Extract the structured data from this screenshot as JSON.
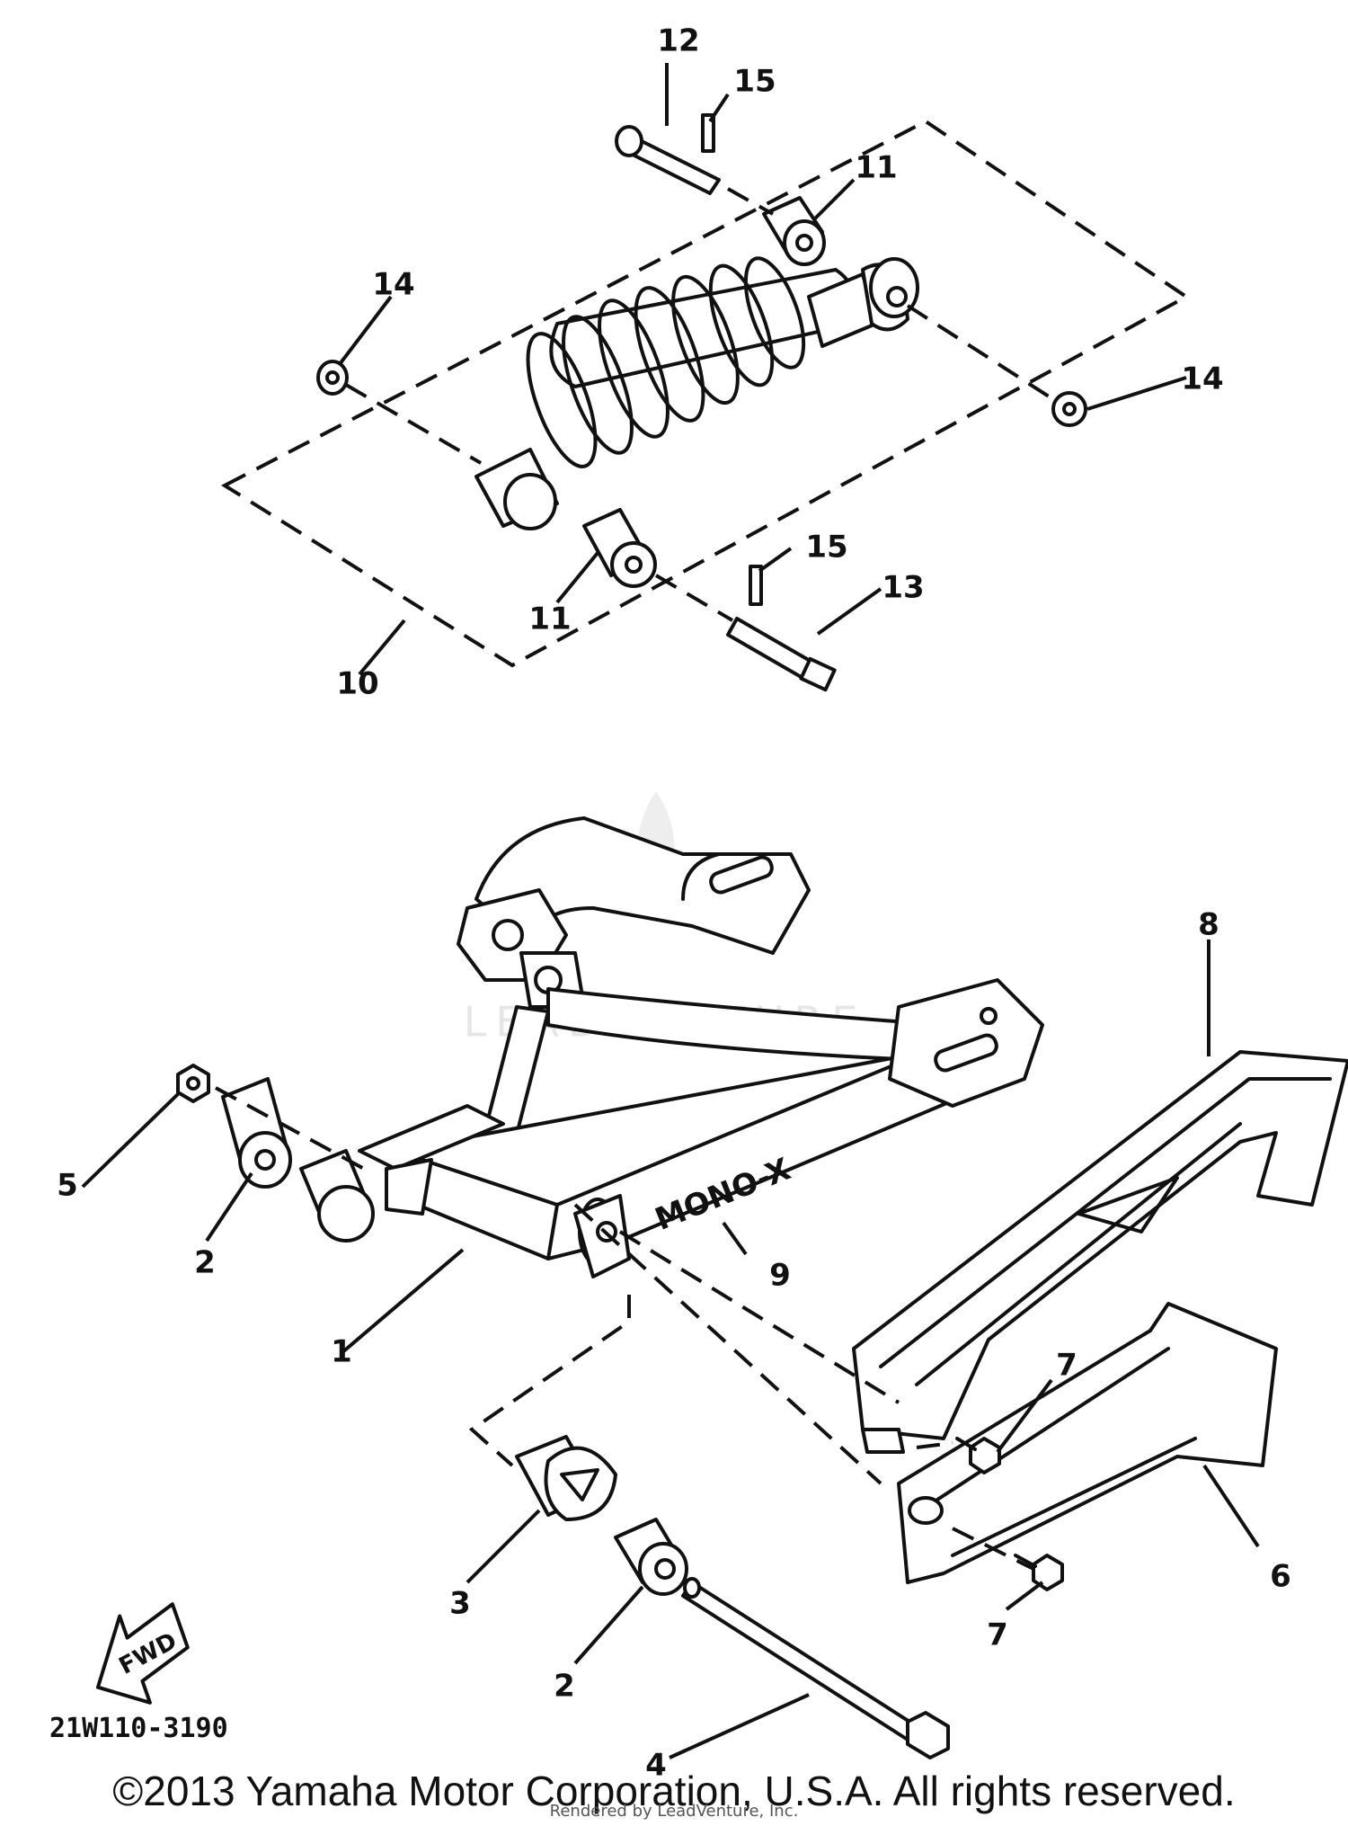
{
  "callouts": {
    "c1": "1",
    "c2a": "2",
    "c2b": "2",
    "c3": "3",
    "c4": "4",
    "c5": "5",
    "c6": "6",
    "c7a": "7",
    "c7b": "7",
    "c8": "8",
    "c9": "9",
    "c10": "10",
    "c11a": "11",
    "c11b": "11",
    "c12": "12",
    "c13": "13",
    "c14a": "14",
    "c14b": "14",
    "c15a": "15",
    "c15b": "15"
  },
  "swingarm_decal": "MONO-X",
  "fwd_label": "FWD",
  "diagram_code": "21W110-3190",
  "watermark": "LEADVENTURE",
  "copyright": "©2013 Yamaha Motor Corporation, U.S.A. All rights reserved.",
  "rendered_by": "Rendered by LeadVenture, Inc."
}
